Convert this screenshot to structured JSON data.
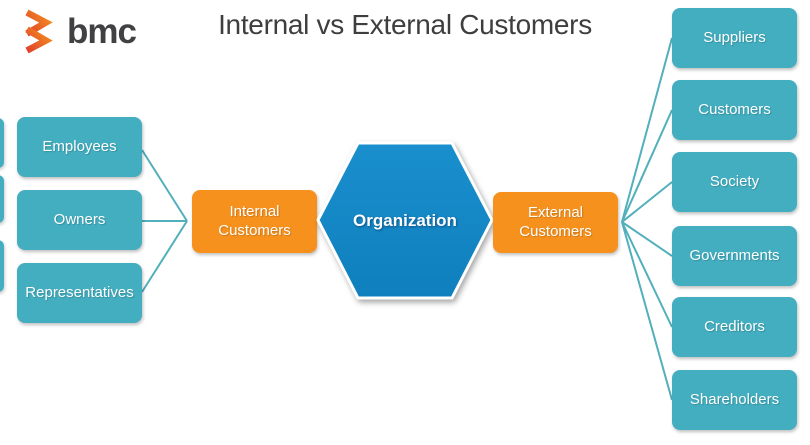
{
  "brand": {
    "name": "bmc",
    "logo_icon": "bmc-chevrons-icon"
  },
  "title": "Internal vs External Customers",
  "colors": {
    "teal": "#43AEC0",
    "orange": "#F6911E",
    "blue": "#1A8FCE",
    "blue_dark": "#0F7FBD",
    "connector": "#52AFBC",
    "title_text": "#3E3E3E",
    "brand_text": "#414042",
    "logo_grad_start": "#E1402A",
    "logo_grad_end": "#F18B21",
    "box_text": "#FFFFFF"
  },
  "diagram": {
    "center_label": "Organization",
    "internal_hub_label": "Internal Customers",
    "external_hub_label": "External Customers",
    "internal_groups": [
      {
        "label": "Employees"
      },
      {
        "label": "Owners"
      },
      {
        "label": "Representatives"
      }
    ],
    "external_groups": [
      {
        "label": "Suppliers"
      },
      {
        "label": "Customers"
      },
      {
        "label": "Society"
      },
      {
        "label": "Governments"
      },
      {
        "label": "Creditors"
      },
      {
        "label": "Shareholders"
      }
    ]
  }
}
